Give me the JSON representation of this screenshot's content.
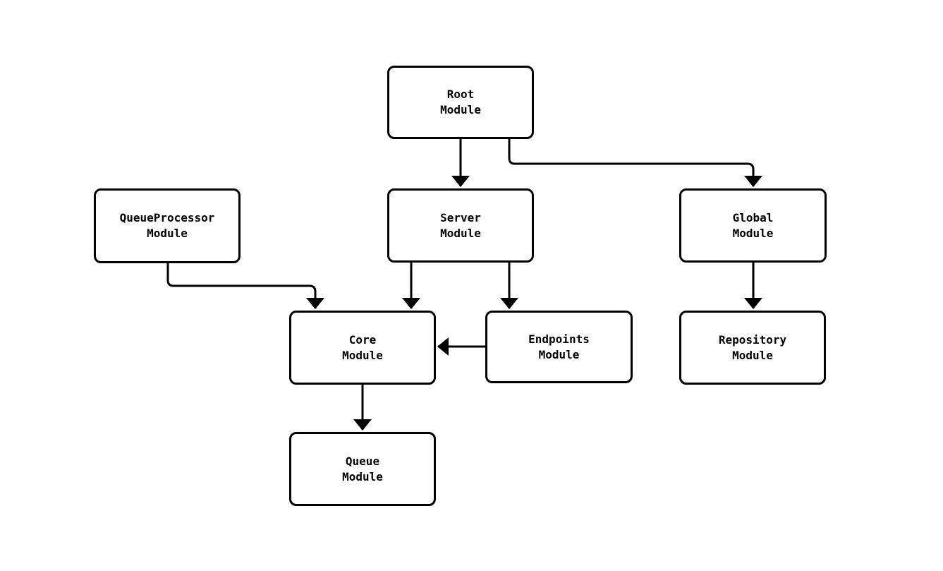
{
  "diagram": {
    "type": "flowchart",
    "background_color": "#ffffff",
    "line_color": "#000000",
    "nodes": {
      "root": {
        "label": "Root\nModule"
      },
      "qproc": {
        "label": "QueueProcessor\nModule"
      },
      "server": {
        "label": "Server\nModule"
      },
      "global": {
        "label": "Global\nModule"
      },
      "core": {
        "label": "Core\nModule"
      },
      "endpoints": {
        "label": "Endpoints\nModule"
      },
      "repository": {
        "label": "Repository\nModule"
      },
      "queue": {
        "label": "Queue\nModule"
      }
    },
    "edges": [
      {
        "from": "Root Module",
        "to": "Server Module"
      },
      {
        "from": "Root Module",
        "to": "Global Module"
      },
      {
        "from": "QueueProcessor Module",
        "to": "Core Module"
      },
      {
        "from": "Server Module",
        "to": "Core Module"
      },
      {
        "from": "Server Module",
        "to": "Endpoints Module"
      },
      {
        "from": "Endpoints Module",
        "to": "Core Module"
      },
      {
        "from": "Global Module",
        "to": "Repository Module"
      },
      {
        "from": "Core Module",
        "to": "Queue Module"
      }
    ]
  }
}
